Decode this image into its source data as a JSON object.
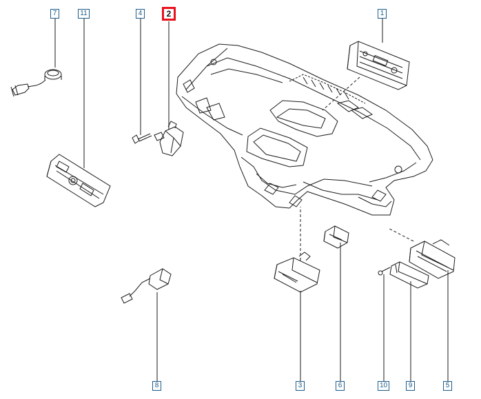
{
  "colors": {
    "callout_border": "#1a5a8a",
    "callout_text": "#1a5a8a",
    "selected_border": "#e8101a",
    "line": "#1a1a1a"
  },
  "callouts": {
    "c1": "1",
    "c2": "2",
    "c3": "3",
    "c4": "4",
    "c5": "5",
    "c6": "6",
    "c7": "7",
    "c8": "8",
    "c9": "9",
    "c10": "10",
    "c11": "11"
  },
  "selected_callout": "2"
}
